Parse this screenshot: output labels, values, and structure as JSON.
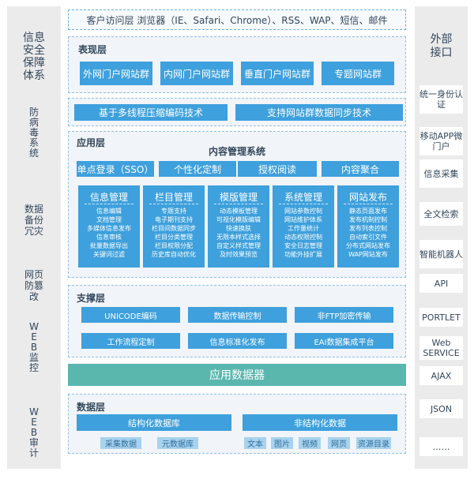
{
  "left_column": {
    "title": "信息安全保障体系",
    "items": [
      "防病毒系统",
      "数据备份冗灾",
      "网页防篡改",
      "WEB监控",
      "WEB审计"
    ]
  },
  "top_bar": "客户访问层 浏览器（IE、Safari、Chrome）、RSS、WAP、短信、邮件",
  "presentation": {
    "title": "表现层",
    "items": [
      "外网门户网站群",
      "内网门户网站群",
      "垂直门户网站群",
      "专题网站群"
    ]
  },
  "tech_bar": {
    "left": "基于多线程压缩编码技术",
    "right": "支持网站群数据同步技术"
  },
  "application": {
    "title": "应用层",
    "cms_title": "内容管理系统",
    "top_buttons": [
      "单点登录（SSO）",
      "个性化定制",
      "授权阅读",
      "内容聚合"
    ],
    "modules": [
      {
        "title": "信息管理",
        "items": [
          "信息编辑",
          "文档管理",
          "多媒体信息发布",
          "信息审核",
          "批量数据导出",
          "关键词过滤"
        ]
      },
      {
        "title": "栏目管理",
        "items": [
          "专题支持",
          "电子期刊支持",
          "栏目间数据同步",
          "栏目分类管理",
          "栏目权限分配",
          "历史库自动优化"
        ]
      },
      {
        "title": "模版管理",
        "items": [
          "动态模板管理",
          "可视化模版编辑",
          "快速换肤",
          "无限本样式选择",
          "自定义样式管理",
          "及时效果预览"
        ]
      },
      {
        "title": "系统管理",
        "items": [
          "网站参数控制",
          "网站维护体系",
          "工作量统计",
          "动态权限控制",
          "安全日志管理",
          "功能外挂扩展"
        ]
      },
      {
        "title": "网站发布",
        "items": [
          "静态页面发布",
          "发布机制控制",
          "发布列表控制",
          "自动索引文件",
          "分布式网站发布",
          "WAP网站发布"
        ]
      }
    ]
  },
  "support": {
    "title": "支撑层",
    "row1": [
      "UNICODE编码",
      "数据传输控制",
      "非FTP加密传输"
    ],
    "row2": [
      "工作流程定制",
      "信息标准化发布",
      "EAI数据集成平台"
    ]
  },
  "app_db": "应用数据器",
  "data_layer": {
    "title": "数据层",
    "structured": "结构化数据库",
    "unstructured": "非结构化数据",
    "structured_items": [
      "采集数据",
      "元数据库"
    ],
    "unstructured_items": [
      "文本",
      "图片",
      "视频",
      "网页",
      "资源目录"
    ]
  },
  "right_column": {
    "title": "外部接口",
    "items": [
      "统一身份认证",
      "移动APP微门户",
      "信息采集",
      "全文检索",
      "智能机器人",
      "API",
      "PORTLET",
      "Web SERVICE",
      "AJAX",
      "JSON",
      "……"
    ]
  }
}
